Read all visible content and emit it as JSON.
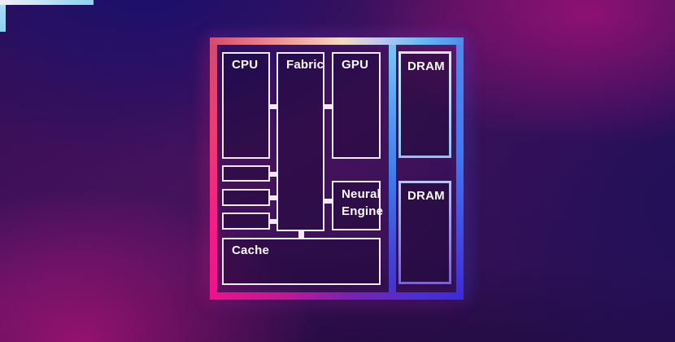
{
  "diagram": {
    "type": "soc-architecture-block-diagram",
    "blocks": {
      "cpu": "CPU",
      "fabric": "Fabric",
      "gpu": "GPU",
      "dram_top": "DRAM",
      "dram_bottom": "DRAM",
      "neural_engine": "Neural Engine",
      "cache": "Cache"
    },
    "unlabeled_small_blocks": 3,
    "connections": [
      "cpu-fabric",
      "gpu-fabric",
      "neural_engine-fabric",
      "small_block_1-fabric",
      "small_block_2-fabric",
      "small_block_3-fabric",
      "fabric-cache",
      "fabric-dram_bus",
      "dram_top-dram_bottom"
    ],
    "colors": {
      "frame_top_left": "#d44b6e",
      "frame_top_center": "#f6d9c3",
      "frame_top_right": "#4d8cee",
      "frame_right_bottom": "#3c2bda",
      "frame_bottom_left": "#ef118a",
      "divider_top": "#7bcdf4",
      "divider_bottom": "#4335c9",
      "block_border": "#f2ebf1",
      "dram_top_border": "#d4ecf9",
      "dram_bottom_border": "#7e62cf",
      "label_text": "#fbfafc",
      "background_magenta_glow": "#ec148c",
      "background_indigo": "#161070",
      "background_purple": "#45125c"
    }
  }
}
